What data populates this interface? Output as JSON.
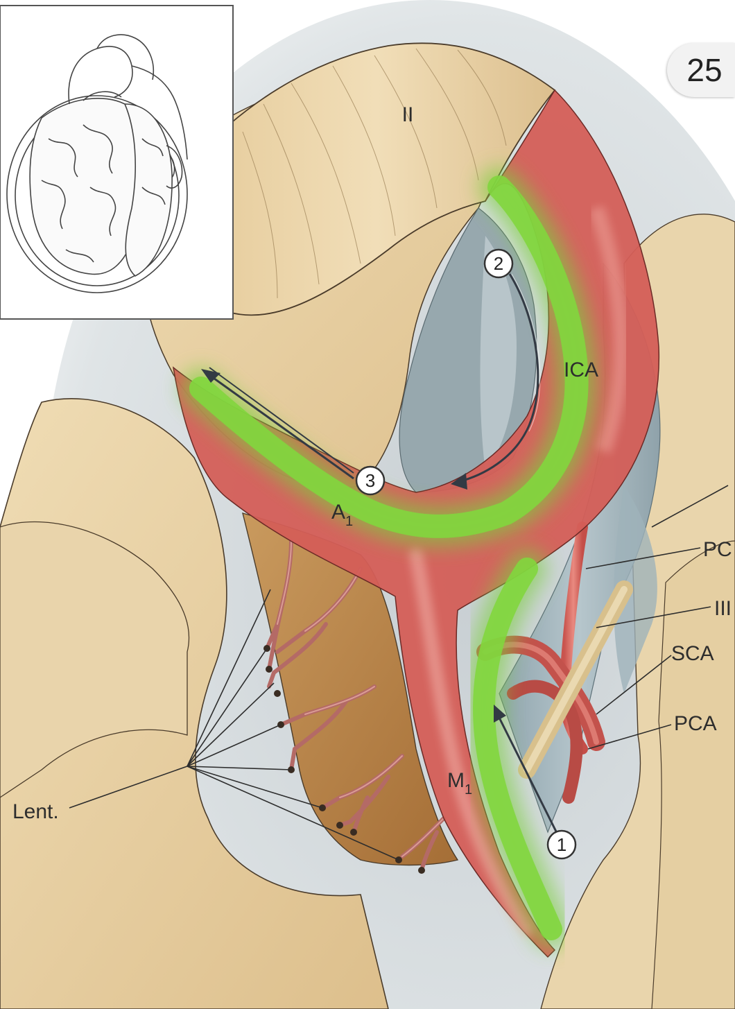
{
  "page_badge": "25",
  "labels": {
    "optic_nerve": "II",
    "ica": "ICA",
    "a1": "A",
    "a1_sub": "1",
    "m1": "M",
    "m1_sub": "1",
    "lent": "Lent.",
    "pcom": "PC",
    "cn3": "III",
    "sca": "SCA",
    "pca": "PCA"
  },
  "markers": [
    "1",
    "2",
    "3"
  ],
  "colors": {
    "artery_red": "#d9665e",
    "highlight_green": "#7ccf3c",
    "brain_tan": "#e8cfa3",
    "frontal_tan": "#e4c99b",
    "perforator_zone": "#b47f45",
    "csf_blue": "#aebfc6"
  }
}
